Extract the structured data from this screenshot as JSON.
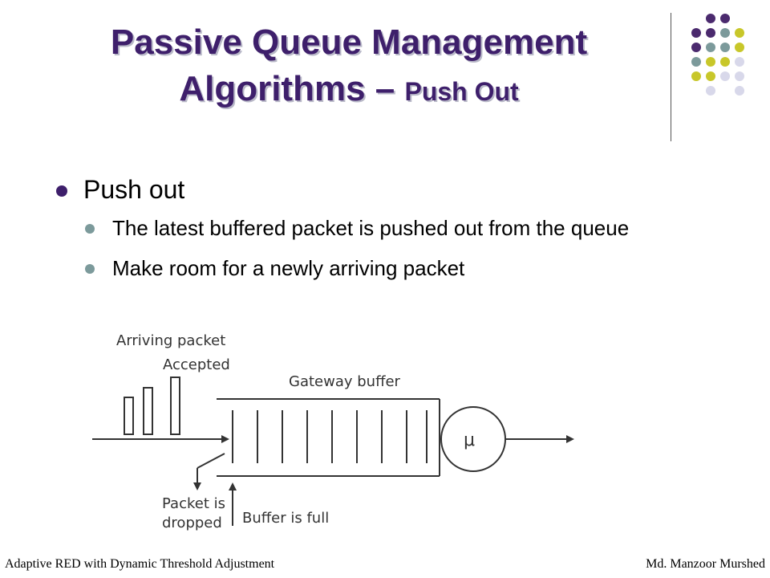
{
  "title": {
    "line1": "Passive Queue Management",
    "line2_main": "Algorithms – ",
    "line2_small": "Push Out"
  },
  "bullets": {
    "main": "Push out",
    "sub": [
      "The latest buffered packet is pushed out from the queue",
      "Make room for a newly arriving packet"
    ]
  },
  "diagram": {
    "arriving_label": "Arriving packet",
    "accepted_label": "Accepted",
    "buffer_label": "Gateway buffer",
    "server_symbol": "μ",
    "dropped_label_1": "Packet is",
    "dropped_label_2": "dropped",
    "full_label": "Buffer is full"
  },
  "footer": {
    "left": "Adaptive RED with Dynamic Threshold Adjustment",
    "right": "Md. Manzoor Murshed"
  },
  "colors": {
    "title": "#3e1f6b",
    "dot_purple": "#4b2a6e",
    "dot_teal": "#7c9a9b",
    "dot_yellow": "#c8c72a",
    "dot_lavender": "#d8d8ea"
  }
}
